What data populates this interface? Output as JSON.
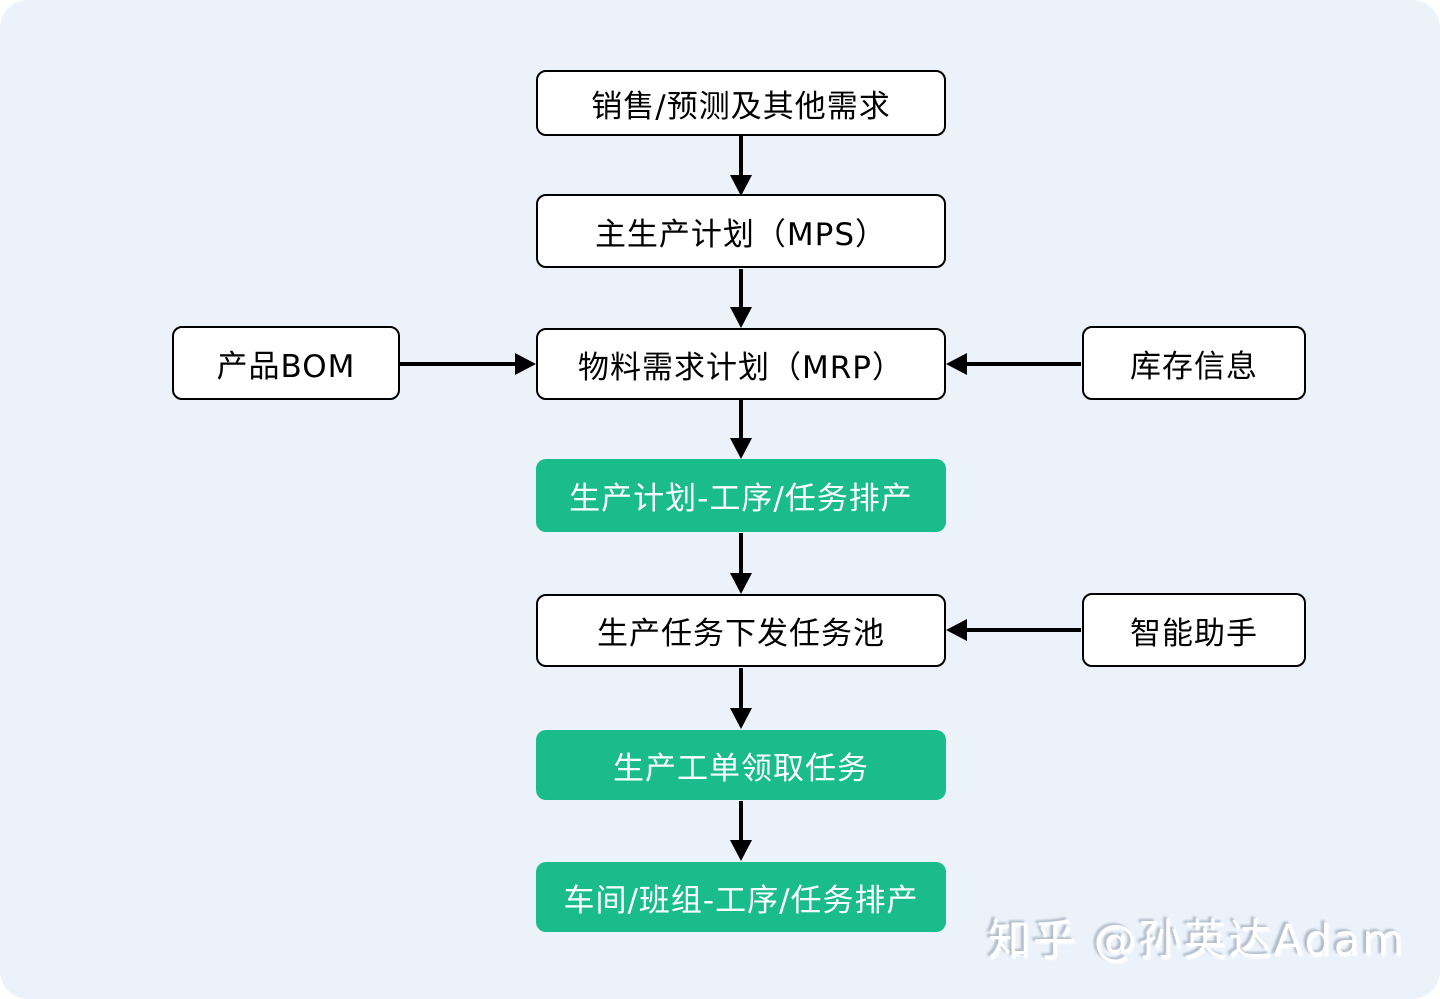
{
  "page": {
    "watermark": "知乎 @孙英达Adam",
    "colors": {
      "canvas_bg": "#ebf2fa",
      "node_bg": "#ffffff",
      "node_border": "#000000",
      "node_text": "#000000",
      "accent_green": "#1abc8c",
      "green_text": "#ffffff",
      "arrow": "#000000",
      "watermark_text": "#ffffff"
    }
  },
  "flowchart": {
    "nodes": [
      {
        "id": "sales-forecast",
        "label": "销售/预测及其他需求",
        "type": "process"
      },
      {
        "id": "mps",
        "label": "主生产计划（MPS）",
        "type": "process"
      },
      {
        "id": "product-bom",
        "label": "产品BOM",
        "type": "input"
      },
      {
        "id": "mrp",
        "label": "物料需求计划（MRP）",
        "type": "process"
      },
      {
        "id": "inventory-info",
        "label": "库存信息",
        "type": "input"
      },
      {
        "id": "plan-scheduling",
        "label": "生产计划-工序/任务排产",
        "type": "highlight"
      },
      {
        "id": "task-pool",
        "label": "生产任务下发任务池",
        "type": "process"
      },
      {
        "id": "smart-assistant",
        "label": "智能助手",
        "type": "input"
      },
      {
        "id": "work-order",
        "label": "生产工单领取任务",
        "type": "highlight"
      },
      {
        "id": "workshop-scheduling",
        "label": "车间/班组-工序/任务排产",
        "type": "highlight"
      }
    ],
    "edges": [
      {
        "from": "sales-forecast",
        "to": "mps"
      },
      {
        "from": "mps",
        "to": "mrp"
      },
      {
        "from": "product-bom",
        "to": "mrp"
      },
      {
        "from": "inventory-info",
        "to": "mrp"
      },
      {
        "from": "mrp",
        "to": "plan-scheduling"
      },
      {
        "from": "plan-scheduling",
        "to": "task-pool"
      },
      {
        "from": "smart-assistant",
        "to": "task-pool"
      },
      {
        "from": "task-pool",
        "to": "work-order"
      },
      {
        "from": "work-order",
        "to": "workshop-scheduling"
      }
    ]
  }
}
